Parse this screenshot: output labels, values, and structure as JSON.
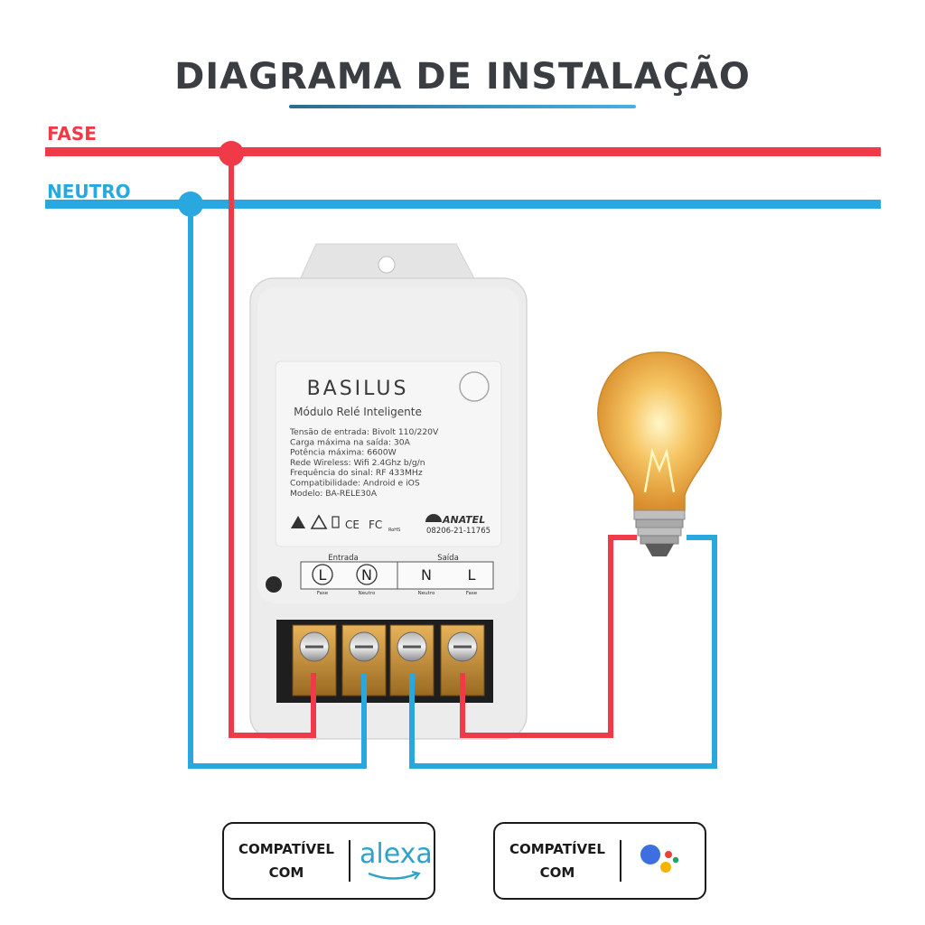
{
  "title": "DIAGRAMA DE INSTALAÇÃO",
  "lines": {
    "fase": "FASE",
    "neutro": "NEUTRO"
  },
  "colors": {
    "fase": "#f03a47",
    "neutro": "#29a8e0",
    "terminal": "#c8963c",
    "device": "#ececec"
  },
  "device": {
    "brand": "BASILUS",
    "product": "Módulo Relé Inteligente",
    "specs": [
      "Tensão de entrada: Bivolt 110/220V",
      "Carga máxima na saída: 30A",
      "Potência máxima: 6600W",
      "Rede Wireless: Wifi 2.4Ghz b/g/n",
      "Frequência do sinal: RF 433MHz",
      "Compatibilidade: Android e iOS",
      "Modelo: BA-RELE30A"
    ],
    "anatel": {
      "name": "ANATEL",
      "code": "08206-21-11765"
    },
    "cert_marks": [
      "CE",
      "FC",
      "RoHS"
    ],
    "entrada_label": "Entrada",
    "saida_label": "Saída",
    "terminals": [
      {
        "letter": "L",
        "caption": "Fase"
      },
      {
        "letter": "N",
        "caption": "Neutro"
      },
      {
        "letter": "N",
        "caption": "Neutro"
      },
      {
        "letter": "L",
        "caption": "Fase"
      }
    ]
  },
  "badges": {
    "alexa": {
      "line1": "COMPATÍVEL",
      "line2": "COM",
      "word": "alexa"
    },
    "google": {
      "line1": "COMPATÍVEL",
      "line2": "COM"
    }
  },
  "icons": [
    "light-bulb-icon",
    "google-assistant-icon",
    "amazon-smile-icon",
    "warning-icon"
  ]
}
